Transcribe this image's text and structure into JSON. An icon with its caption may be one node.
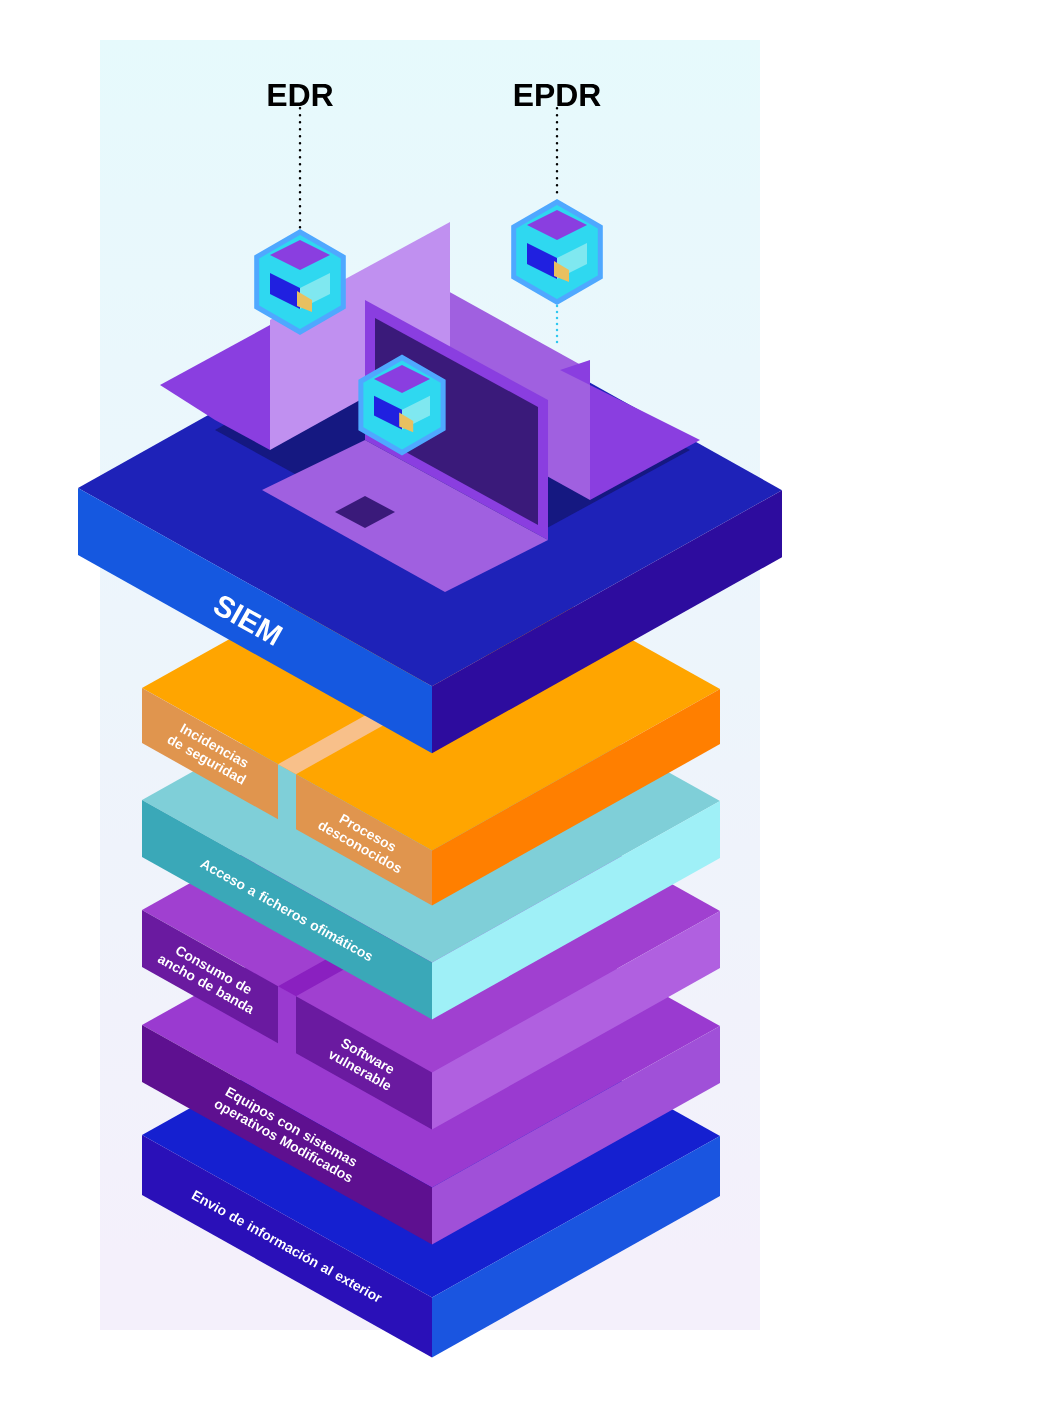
{
  "diagram": {
    "nodes": [
      {
        "text": [
          "EDR"
        ]
      },
      {
        "text": [
          "EPDR"
        ]
      },
      {
        "text": [],
        "shape": "picture"
      },
      {
        "text": [],
        "shape": "picture"
      },
      {
        "text": [
          "SIEM"
        ]
      },
      {
        "text": [
          "Incidencias de seguridad"
        ]
      },
      {
        "text": [
          "Procesos desconocidos"
        ]
      },
      {
        "text": [
          "Acceso a ficheros ofimáticos"
        ]
      },
      {
        "text": [
          "Consumo de ancho de banda"
        ]
      },
      {
        "text": [
          "Software vulnerable"
        ]
      },
      {
        "text": [
          "Equipos con sistemas operativos Modificados"
        ]
      },
      {
        "text": [
          "Envio de información al exterior"
        ]
      }
    ],
    "edges": [
      {
        "from": 0,
        "to": 2,
        "arrow": "none",
        "style": "dashed"
      },
      {
        "from": 1,
        "to": 3,
        "arrow": "none",
        "style": "dashed"
      }
    ]
  }
}
